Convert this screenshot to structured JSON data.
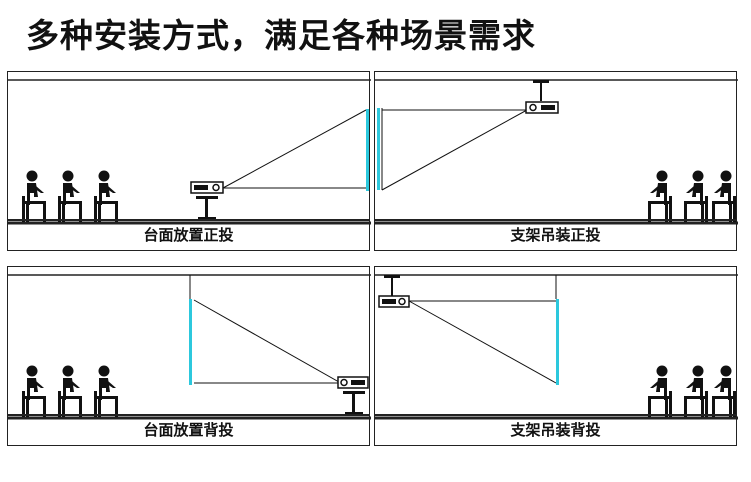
{
  "page_title": "多种安装方式，满足各种场景需求",
  "colors": {
    "screen": "#2cc8dd",
    "line": "#111111"
  },
  "panels": [
    {
      "id": "desktop-front",
      "caption": "台面放置正投"
    },
    {
      "id": "ceiling-front",
      "caption": "支架吊装正投"
    },
    {
      "id": "desktop-rear",
      "caption": "台面放置背投"
    },
    {
      "id": "ceiling-rear",
      "caption": "支架吊装背投"
    }
  ]
}
